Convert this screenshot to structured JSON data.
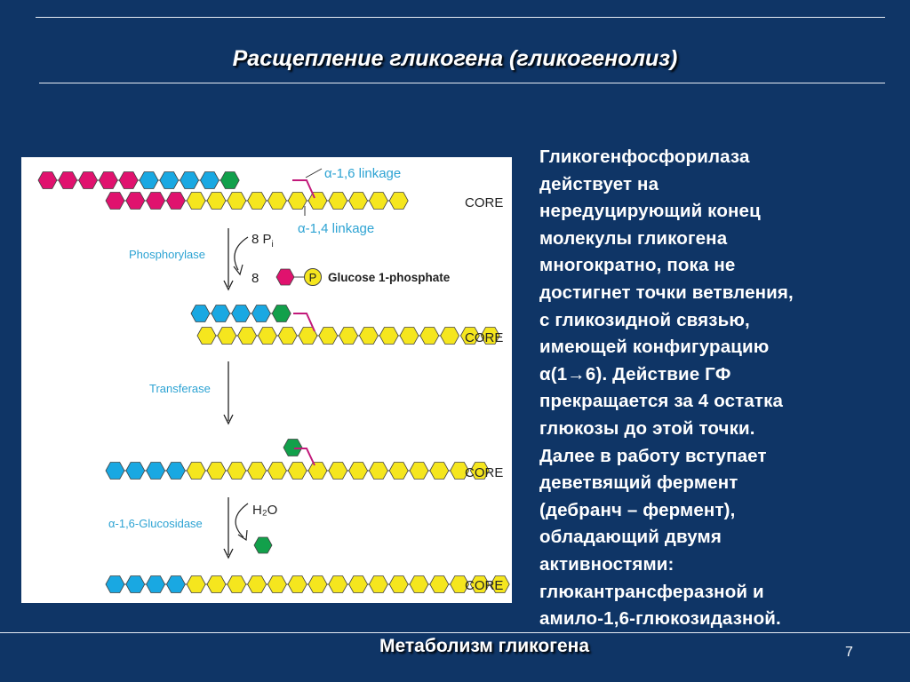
{
  "slide": {
    "title": "Расщепление гликогена (гликогенолиз)",
    "footer": "Метаболизм гликогена",
    "page_number": "7"
  },
  "description": "Гликогенфосфорилаза\nдействует на\nнередуцирующий конец\nмолекулы гликогена\nмногократно, пока не\nдостигнет точки ветвления,\nс гликозидной связью,\nимеющей конфигурацию\nα(1→6). Действие ГФ\nпрекращается за 4 остатка\nглюкозы до этой точки.\nДалее в работу вступает\nдеветвящий фермент\n(дебранч – фермент),\nобладающий двумя\nактивностями:\nглюкантрансферазной и\nамило-1,6-глюкозидазной.",
  "diagram": {
    "labels": {
      "alpha16_linkage": "α-1,6 linkage",
      "alpha14_linkage": "α-1,4 linkage",
      "core": "CORE",
      "phosphorylase": "Phosphorylase",
      "pi_count": "8 P",
      "pi_subscript": "i",
      "product_count": "8",
      "phosphate_symbol": "P",
      "glucose_1_phosphate": "Glucose 1-phosphate",
      "transferase": "Transferase",
      "glucosidase": "α-1,6-Glucosidase",
      "water": "H₂O"
    },
    "colors": {
      "magenta": "#e0126e",
      "cyan": "#19a8e2",
      "yellow": "#f5e61e",
      "green": "#12a04b",
      "linkage_line": "#c2197a",
      "label_blue": "#2da3d3",
      "phosphate_fill": "#f5e61e",
      "panel": "#ffffff",
      "slide_bg": "#0f3566"
    },
    "stages": [
      {
        "branch": [
          "magenta",
          "magenta",
          "magenta",
          "magenta",
          "magenta",
          "cyan",
          "cyan",
          "cyan",
          "cyan",
          "green"
        ],
        "main": [
          "magenta",
          "magenta",
          "magenta",
          "magenta",
          "yellow",
          "yellow",
          "yellow",
          "yellow",
          "yellow",
          "yellow",
          "yellow",
          "yellow",
          "yellow",
          "yellow",
          "yellow"
        ]
      },
      {
        "branch": [
          "cyan",
          "cyan",
          "cyan",
          "cyan",
          "green"
        ],
        "main": [
          "yellow",
          "yellow",
          "yellow",
          "yellow",
          "yellow",
          "yellow",
          "yellow",
          "yellow",
          "yellow",
          "yellow",
          "yellow",
          "yellow",
          "yellow",
          "yellow",
          "yellow"
        ]
      },
      {
        "branch": [
          "green"
        ],
        "main": [
          "cyan",
          "cyan",
          "cyan",
          "cyan",
          "yellow",
          "yellow",
          "yellow",
          "yellow",
          "yellow",
          "yellow",
          "yellow",
          "yellow",
          "yellow",
          "yellow",
          "yellow",
          "yellow",
          "yellow",
          "yellow",
          "yellow"
        ]
      },
      {
        "branch": [],
        "main": [
          "cyan",
          "cyan",
          "cyan",
          "cyan",
          "yellow",
          "yellow",
          "yellow",
          "yellow",
          "yellow",
          "yellow",
          "yellow",
          "yellow",
          "yellow",
          "yellow",
          "yellow",
          "yellow",
          "yellow",
          "yellow",
          "yellow",
          "yellow"
        ]
      }
    ]
  }
}
